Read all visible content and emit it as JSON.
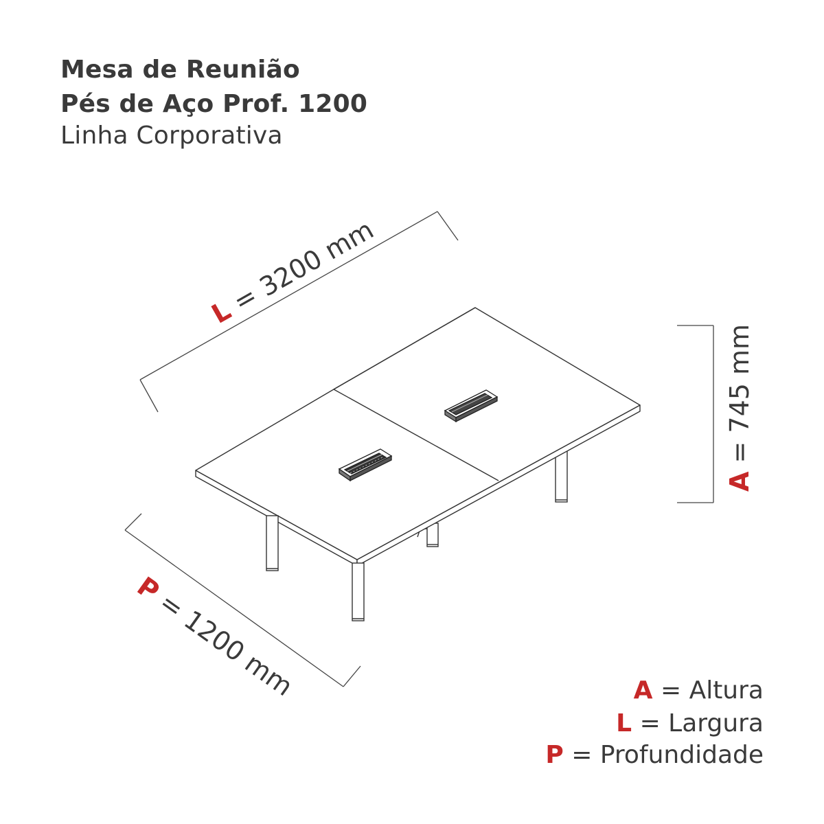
{
  "title": {
    "line1": "Mesa de Reunião",
    "line2": "Pés de Aço Prof. 1200",
    "line3": "Linha Corporativa"
  },
  "dimensions": {
    "width": {
      "key": "L",
      "text": " = 3200 mm"
    },
    "depth": {
      "key": "P",
      "text": " = 1200 mm"
    },
    "height": {
      "key": "A",
      "text": " = 745 mm"
    }
  },
  "legend": [
    {
      "key": "A",
      "text": " = Altura"
    },
    {
      "key": "L",
      "text": " = Largura"
    },
    {
      "key": "P",
      "text": " = Profundidade"
    }
  ],
  "colors": {
    "accent": "#c62828",
    "text": "#3a3a3a",
    "line": "#333333"
  }
}
